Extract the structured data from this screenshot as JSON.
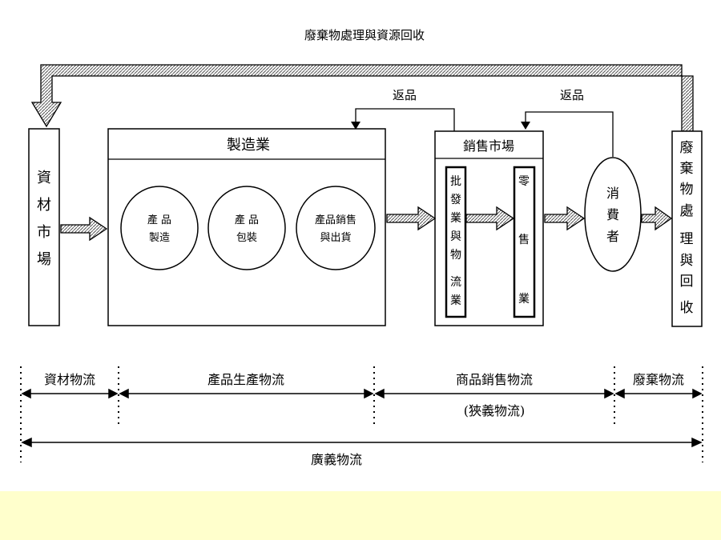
{
  "diagram": {
    "title": "廢棄物處理與資源回收",
    "return_labels": [
      "返品",
      "返品"
    ],
    "materials_market": [
      "資",
      "材",
      "市",
      "場"
    ],
    "manufacturing": {
      "title": "製造業",
      "stages": [
        [
          "產 品",
          "製造"
        ],
        [
          "產 品",
          "包裝"
        ],
        [
          "產品銷售",
          "與出貨"
        ]
      ]
    },
    "sales_market": {
      "title": "銷售市場",
      "wholesale": [
        "批",
        "發",
        "業",
        "與",
        "物",
        "流",
        "業"
      ],
      "retail": [
        "零",
        "售",
        "業"
      ]
    },
    "consumer": [
      "消",
      "費",
      "者"
    ],
    "waste": [
      "廢",
      "棄",
      "物",
      "處",
      "理",
      "與",
      "回",
      "收"
    ]
  },
  "timeline": {
    "segments": [
      "資材物流",
      "產品生產物流",
      "商品銷售物流",
      "廢棄物流"
    ],
    "sales_note": "(狹義物流)",
    "overall": "廣義物流"
  },
  "colors": {
    "arrow_fill": "#c8c8c8",
    "footer_band": "#ffffcc"
  }
}
